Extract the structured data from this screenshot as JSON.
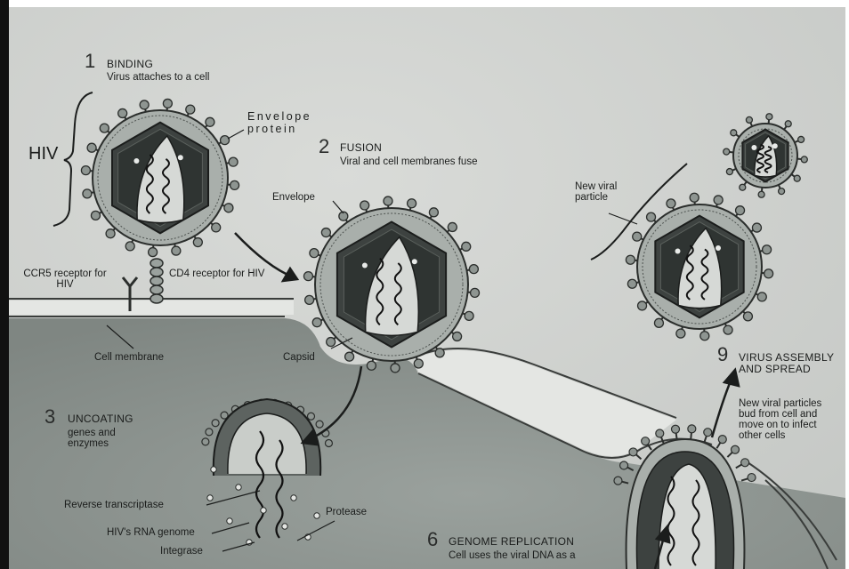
{
  "diagram": {
    "steps": [
      {
        "number": "1",
        "title": "BINDING",
        "desc": "Virus attaches to a cell"
      },
      {
        "number": "2",
        "title": "FUSION",
        "desc": "Viral and cell membranes fuse"
      },
      {
        "number": "3",
        "title": "UNCOATING",
        "desc": "genes and enzymes"
      },
      {
        "number": "6",
        "title": "GENOME REPLICATION",
        "desc": "Cell uses the viral DNA as a"
      },
      {
        "number": "9",
        "title": "VIRUS ASSEMBLY AND SPREAD",
        "desc": "New viral particles bud from cell and move on to infect other cells"
      }
    ],
    "labels": {
      "hiv": "HIV",
      "envelope_protein": "Envelope protein",
      "envelope": "Envelope",
      "ccr5": "CCR5 receptor for HIV",
      "cd4": "CD4 receptor for HIV",
      "cell_membrane": "Cell membrane",
      "capsid": "Capsid",
      "new_viral_particle": "New viral particle",
      "reverse_transcriptase": "Reverse transcriptase",
      "rna_genome": "HIV's RNA genome",
      "integrase": "Integrase",
      "protease": "Protease"
    }
  }
}
